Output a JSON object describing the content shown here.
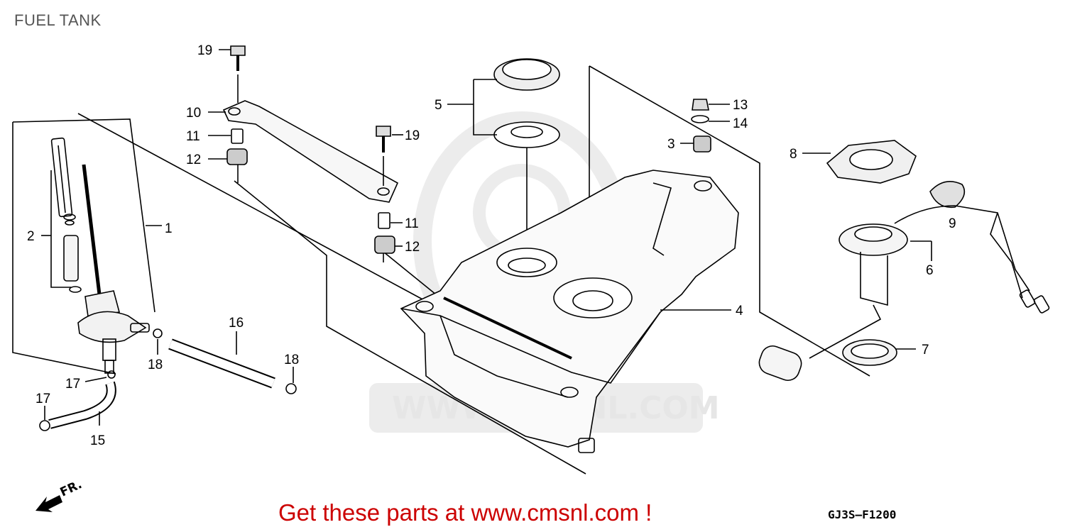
{
  "title": "FUEL TANK",
  "promo_text": "Get these parts at www.cmsnl.com !",
  "diagram_code": "GJ3S–F1200",
  "watermark": "WWW.CMSNL.COM",
  "direction_label": "FR.",
  "callouts": {
    "c1": "1",
    "c2": "2",
    "c3": "3",
    "c4": "4",
    "c5": "5",
    "c6": "6",
    "c7": "7",
    "c8": "8",
    "c9": "9",
    "c10": "10",
    "c11a": "11",
    "c11b": "11",
    "c12a": "12",
    "c12b": "12",
    "c13": "13",
    "c14": "14",
    "c15": "15",
    "c16": "16",
    "c17a": "17",
    "c17b": "17",
    "c18a": "18",
    "c18b": "18",
    "c19a": "19",
    "c19b": "19"
  },
  "colors": {
    "promo": "#cc0000",
    "title": "#555555",
    "watermark": "#e6e6e6"
  }
}
